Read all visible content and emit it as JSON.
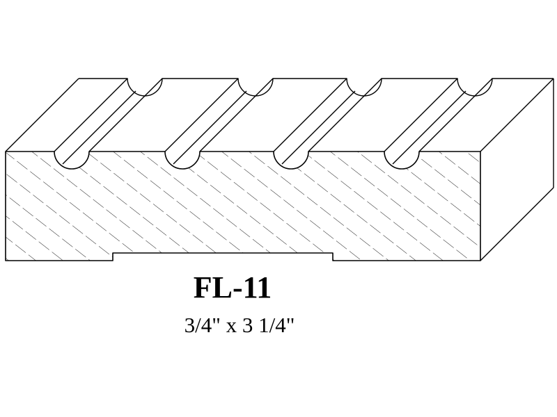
{
  "product": {
    "part_number": "FL-11",
    "dimensions": "3/4\" x 3 1/4\""
  },
  "drawing": {
    "line_color": "#000000",
    "background_color": "#ffffff",
    "hatch_style": "dashed diagonal",
    "flute_count": 4
  }
}
